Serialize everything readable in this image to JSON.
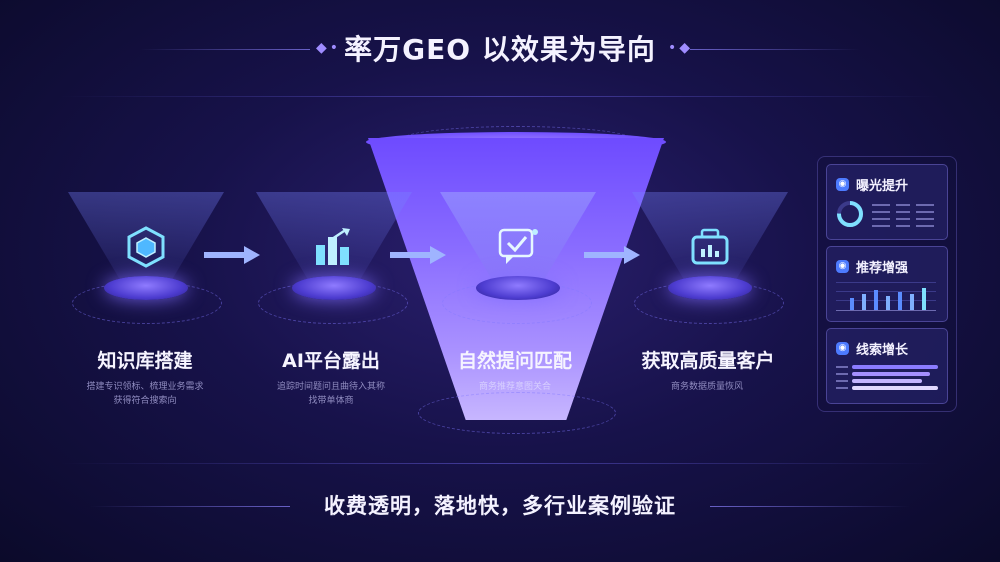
{
  "title": "率万GEO 以效果为导向",
  "steps": [
    {
      "label": "知识库搭建",
      "sub1": "搭建专识领标、梳理业务需求",
      "sub2": "获得符合搜索向",
      "icon": "hexagon-cube-icon"
    },
    {
      "label": "AI平台露出",
      "sub1": "追踪时间题问且曲待入其称",
      "sub2": "找带单体商",
      "icon": "chart-bars-icon"
    },
    {
      "label": "自然提问匹配",
      "sub1": "商务推荐意图关合",
      "sub2": "",
      "icon": "check-chat-icon"
    },
    {
      "label": "获取高质量客户",
      "sub1": "商务数据质量恢风",
      "sub2": "",
      "icon": "briefcase-icon"
    }
  ],
  "cards": [
    {
      "label": "曝光提升",
      "icon": "eye-icon"
    },
    {
      "label": "推荐增强",
      "icon": "thumb-icon"
    },
    {
      "label": "线索增长",
      "icon": "lead-icon"
    }
  ],
  "bottom": "收费透明，落地快，多行业案例验证",
  "colors": {
    "accent": "#7b5cff",
    "bg": "#17124a",
    "cyan": "#7fe0ff"
  }
}
